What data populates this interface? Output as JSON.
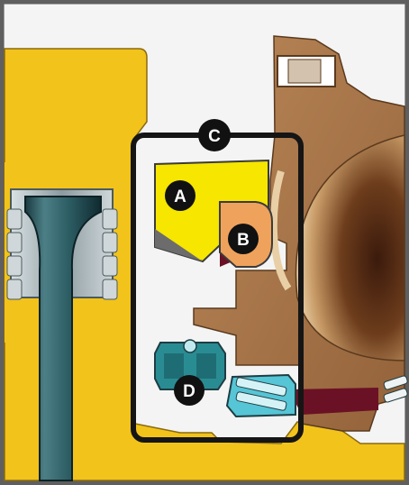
{
  "diagram": {
    "callouts": [
      {
        "id": "c",
        "label": "C"
      },
      {
        "id": "a",
        "label": "A"
      },
      {
        "id": "b",
        "label": "B"
      },
      {
        "id": "d",
        "label": "D"
      }
    ],
    "colors": {
      "background": "#d7d7d7",
      "frame": "#5f5f5f",
      "housing_yellow": "#f2c31b",
      "seal_yellow": "#f6e600",
      "component_orange": "#efa25c",
      "brown_casting": "#a87547",
      "bearing_cyan": "#56c5d6",
      "dark_teal": "#1f6d74",
      "maroon": "#6b1125",
      "callout_fill": "#111111",
      "callout_text": "#ffffff"
    }
  }
}
